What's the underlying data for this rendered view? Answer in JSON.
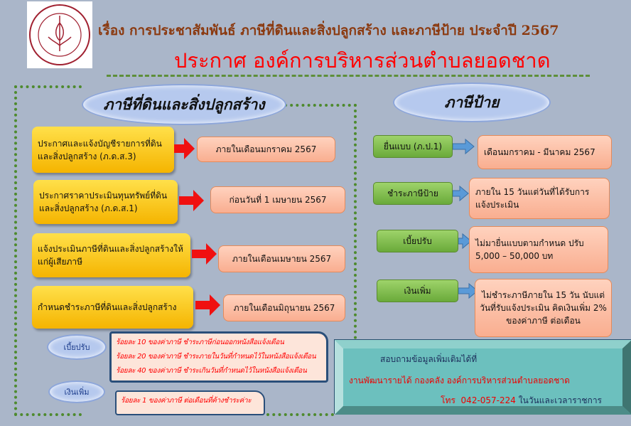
{
  "header": {
    "logo": "seal of องค์การบริหารส่วนตำบลยอดชาด",
    "title": "เรื่อง การประชาสัมพันธ์ ภาษีที่ดินและสิ่งปลูกสร้าง และภาษีป้าย ประจำปี 2567",
    "subtitle": "ประกาศ องค์การบริหารส่วนตำบลยอดชาด"
  },
  "land_tax": {
    "heading": "ภาษีที่ดินและสิ่งปลูกสร้าง",
    "steps": [
      {
        "label": "ประกาศและแจ้งบัญชีรายการที่ดินและสิ่งปลูกสร้าง (ภ.ด.ส.3)",
        "when": "ภายในเดือนมกราคม 2567"
      },
      {
        "label": "ประกาศราคาประเมินทุนทรัพย์ที่ดินและสิ่งปลูกสร้าง (ภ.ด.ส.1)",
        "when": "ก่อนวันที่ 1 เมษายน 2567"
      },
      {
        "label": "แจ้งประเมินภาษีที่ดินและสิ่งปลูกสร้างให้แก่ผู้เสียภาษี",
        "when": "ภายในเดือนเมษายน 2567"
      },
      {
        "label": "กำหนดชำระภาษีที่ดินและสิ่งปลูกสร้าง",
        "when": "ภายในเดือนมิถุนายน 2567"
      }
    ],
    "penalty": {
      "label": "เบี้ยปรับ",
      "lines": [
        "ร้อยละ 10 ของค่าภาษี ชำระภาษีก่อนออกหนังสือแจ้งเตือน",
        "ร้อยละ 20 ของค่าภาษี ชำระภายในวันที่กำหนดไว้ในหนังสือแจ้งเตือน",
        "ร้อยละ 40 ของค่าภาษี ชำระเกินวันที่กำหนดไว้ในหนังสือแจ้งเตือน"
      ]
    },
    "surcharge": {
      "label": "เงินเพิ่ม",
      "lines": [
        "ร้อยละ 1 ของค่าภาษี ต่อเดือนที่ค้างชำระค่าะ"
      ]
    }
  },
  "sign_tax": {
    "heading": "ภาษีป้าย",
    "steps": [
      {
        "label": "ยื่นแบบ (ภ.ป.1)",
        "when": "เดือนมกราคม - มีนาคม 2567"
      },
      {
        "label": "ชำระภาษีป้าย",
        "when": "ภายใน 15 วันแต่วันที่ได้รับการแจ้งประเมิน"
      },
      {
        "label": "เบี้ยปรับ",
        "when": "ไม่มายื่นแบบตามกำหนด ปรับ 5,000 – 50,000 บท"
      },
      {
        "label": "เงินเพิ่ม",
        "when": "ไม่ชำระภาษีภายใน 15 วัน นับแต่วันที่รับแจ้งประเมิน คิดเงินเพิ่ม 2% ของค่าภาษี ต่อเดือน"
      }
    ]
  },
  "contact": {
    "line1": "สอบถามข้อมูลเพิ่มเติมได้ที่",
    "line2": "งานพัฒนารายได้ กองคลัง องค์การบริหารส่วนตำบลยอดชาด",
    "phone_label": "โทร",
    "phone": "042-057-224",
    "hours": "ในวันและเวลาราชการ"
  }
}
